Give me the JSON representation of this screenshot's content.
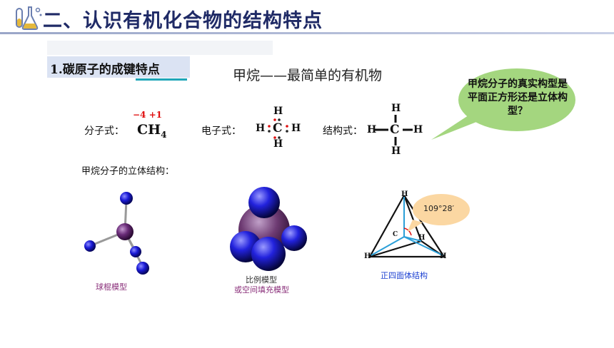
{
  "header": {
    "title": "二、认识有机化合物的结构特点",
    "icon": "flask-icon"
  },
  "section": {
    "label": "1.碳原子的成键特点"
  },
  "subtitle": "甲烷——最简单的有机物",
  "callout": {
    "text": "甲烷分子的真实构型是平面正方形还是立体构型？"
  },
  "molecular_formula": {
    "label": "分子式：",
    "formula_main": "CH",
    "formula_sub": "4",
    "oxidation_states": "−4 +1"
  },
  "electron_formula": {
    "label": "电子式：",
    "top": "H",
    "left": "H",
    "center": "C",
    "right": "H",
    "bottom": "H"
  },
  "structural_formula": {
    "label": "结构式：",
    "top": "H",
    "left": "H",
    "center": "C",
    "right": "H",
    "bottom": "H"
  },
  "stereo_heading": "甲烷分子的立体结构：",
  "models": {
    "ball_stick_caption": "球棍模型",
    "space_fill_caption_1": "比例模型",
    "space_fill_caption_2": "或空间填充模型",
    "tetra_caption": "正四面体结构",
    "tetra_angle": "109°28′",
    "tetra_labels": {
      "top": "H",
      "center": "C",
      "right": "H",
      "left": "H",
      "bottom": "H"
    }
  },
  "colors": {
    "title": "#1f2a66",
    "callout_fill": "#a4d67f",
    "accent": "#1fa6b8",
    "oxidation": "#e01010"
  }
}
